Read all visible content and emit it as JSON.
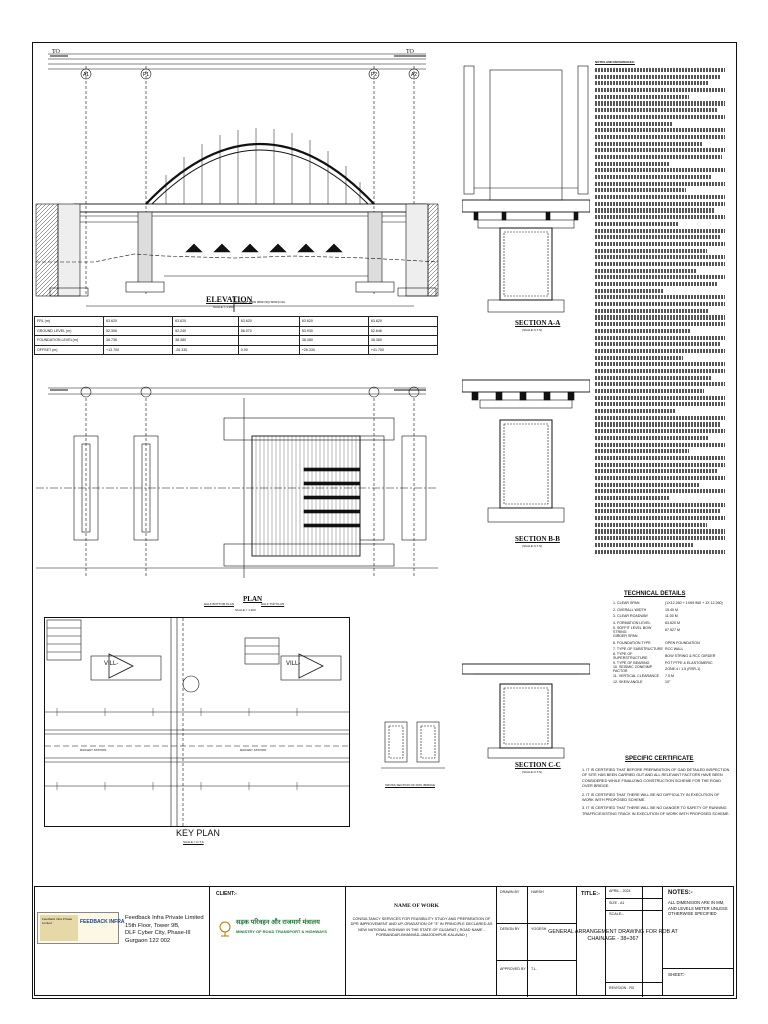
{
  "drawing": {
    "elevation": {
      "title": "ELEVATION",
      "scale": "SCALE = 1:200",
      "grid_labels": [
        "A1",
        "P1",
        "P2",
        "A2"
      ],
      "to_left": "TO",
      "to_right": "TO",
      "railway_label": "RAILWAY ROW 4560 (SQ SPAN) OG"
    },
    "levels_table": {
      "rows": [
        {
          "label": "FRL (m)",
          "values": [
            "63.620",
            "63.620",
            "63.620",
            "63.620",
            "63.620"
          ]
        },
        {
          "label": "GROUND LEVEL (m)",
          "values": [
            "52.306",
            "52.240",
            "56.070",
            "53.930",
            "52.646"
          ]
        },
        {
          "label": "FOUNDATION LEVEL(m)",
          "values": [
            "38.736",
            "38.380",
            "",
            "38.380",
            "38.380"
          ]
        },
        {
          "label": "OFFSET (m)",
          "values": [
            "+13.700",
            "-26.330",
            "0.00",
            "+26.330",
            "+41.700"
          ]
        }
      ]
    },
    "plan": {
      "title": "PLAN",
      "sub_left": "HALF BOTTOM PLAN",
      "sub_right": "HALF TOP PLAN",
      "scale": "SCALE = 1:200"
    },
    "key_plan": {
      "title": "KEY PLAN",
      "scale": "SCALE = N.T.S",
      "village_left": "VILL-",
      "village_right": "VILL-",
      "road_labels": [
        "RAILWAY STATION",
        "RAILWAY STATION"
      ]
    },
    "sections": {
      "aa": {
        "title": "SECTION A-A",
        "scale": "(SCALE N.T.S)"
      },
      "bb": {
        "title": "SECTION B-B",
        "scale": "(SCALE N.T.S)"
      },
      "cc": {
        "title": "SECTION C-C",
        "scale": "(SCALE N.T.S)"
      },
      "small_detail": "CROSS SECTION OF FDN. BRIDGE"
    }
  },
  "notes": {
    "title": "NOTES AND REFERENCES:"
  },
  "technical_details": {
    "title": "TECHNICAL DETAILS",
    "rows": [
      {
        "k": "1. CLEAR SPAN",
        "v": "(1X12.260 + 1X69.960 + 1X 12.260)"
      },
      {
        "k": "2. OVERALL WIDTH",
        "v": "15.40 M"
      },
      {
        "k": "3. CLEAR ROADWAY",
        "v": "11.00 M"
      },
      {
        "k": "4. FORMATION LEVEL",
        "v": "63.620 M"
      },
      {
        "k": "5. SOFFIT LEVEL BOW STRING",
        "v": "67.527 M"
      },
      {
        "k": "    GIRDER SPAN",
        "v": ""
      },
      {
        "k": "6. FOUNDATION TYPE",
        "v": "OPEN FOUNDATION"
      },
      {
        "k": "7. TYPE OF SUBSTRUCTURE",
        "v": "RCC WALL"
      },
      {
        "k": "8. TYPE OF SUPERSTRUCTURE",
        "v": "BOW STRING & RCC GIRDER"
      },
      {
        "k": "9. TYPE OF BEARING",
        "v": "POT PTFE & ELASTOMERIC"
      },
      {
        "k": "10. SEISMIC ZONE/IMP FACTOR",
        "v": "ZONE-4 / 1.5 (RSR-1)"
      },
      {
        "k": "11. VERTICAL CLEARANCE",
        "v": "7.5 M"
      },
      {
        "k": "12. SKEW ANGLE",
        "v": "10°"
      }
    ]
  },
  "specific_certificate": {
    "title": "SPECIFIC CERTIFICATE",
    "items": [
      "1. IT IS CERTIFIED THAT BEFORE PREPARATION OF GAD DETAILED INSPECTION OF SITE HAS BEEN CARRIED OUT AND ALL RELEVANT FACTORS HAVE BEEN CONSIDERED WHILE FINALIZING CONSTRUCTION SCHEME FOR THE ROAD OVER BRIDGE.",
      "2. IT IS CERTIFIED THAT THERE WILL BE NO DIFFICULTY IN EXECUTION OF WORK WITH PROPOSED SCHEME.",
      "3. IT IS CERTIFIED THAT THERE WILL BE NO DANGER TO SAFETY OF RUNNING TRAFFIC/EXISTING TRACK IN EXECUTION OF WORK WITH PROPOSED SCHEME."
    ]
  },
  "title_block": {
    "company_logo_left": "Feedback Infra Private Limited",
    "company_logo_right": "FEEDBACK INFRA",
    "address": [
      "Feedback Infra Private Limited",
      "15th Floor, Tower 9B,",
      "DLF Cyber City, Phase-III",
      "Gurgaon 122 002"
    ],
    "client_label": "CLIENT:-",
    "client_name_hi": "सड़क परिवहन और राजमार्ग मंत्रालय",
    "client_name_en": "MINISTRY OF ROAD TRANSPORT & HIGHWAYS",
    "name_of_work_label": "NAME OF WORK",
    "name_of_work": "CONSULTANCY SERVICES FOR FEASIBILITY STUDY AND PREPARATION OF DPR IMPROVEMENT AND UP-GRADATION OF \"4\" IN PRINCIPLE DECLARED AS NEW NATIONAL HIGHWAY IN THE STATE OF GUJARAT ( ROAD NAME - PORBANDAR-BHANVAD-JAMJODHPUR-KALAVAD )",
    "drawn_by_label": "DRAWN BY",
    "drawn_by": "HARSH",
    "design_by_label": "DESIGN BY",
    "design_by": "YOGESH",
    "approved_by_label": "APPROVED BY",
    "approved_by": "T.L.",
    "title_label": "TITLE:-",
    "title_text": "GENERAL ARRANGEMENT DRAWING FOR ROB AT CHAINAGE - 38+367",
    "date": "APRIL - 2024",
    "size": "SIZE - A1",
    "scale_label": "SCALE:-",
    "revision": "REVISION - R0",
    "notes_label": "NOTES:-",
    "notes_text": "ALL DIMENSION ARE IN MM, AND LEVELS METER UNLESS OTHERWISE SPECIFIED",
    "sheet_label": "SHEET:-"
  }
}
